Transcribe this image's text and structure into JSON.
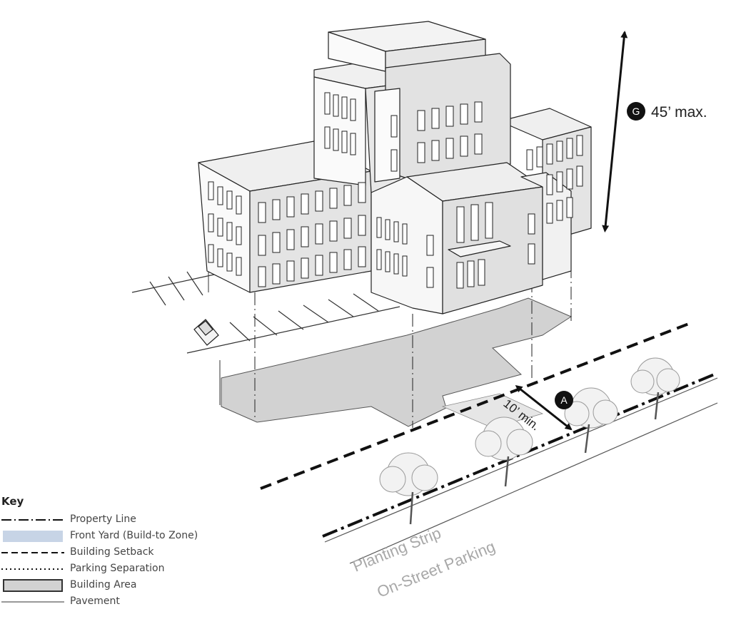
{
  "annotations": {
    "height": {
      "letter": "G",
      "text": "45’ max."
    },
    "front_setback": {
      "letter": "A",
      "text": "10’ min."
    }
  },
  "street_labels": {
    "planting_strip": "Planting Strip",
    "on_street_parking": "On-Street Parking"
  },
  "key": {
    "title": "Key",
    "items": [
      {
        "label": "Property Line",
        "symbol": "dash-dot-line"
      },
      {
        "label": "Front Yard (Build-to Zone)",
        "symbol": "light-blue-fill"
      },
      {
        "label": "Building Setback",
        "symbol": "dashed-line"
      },
      {
        "label": "Parking Separation",
        "symbol": "dotted-line"
      },
      {
        "label": "Building Area",
        "symbol": "gray-box"
      },
      {
        "label": "Pavement",
        "symbol": "thin-line"
      }
    ]
  },
  "colors": {
    "building_area": "#d2d2d2",
    "front_yard": "#c7d4e6",
    "line": "#111111",
    "street_text": "#a8a8a8"
  }
}
